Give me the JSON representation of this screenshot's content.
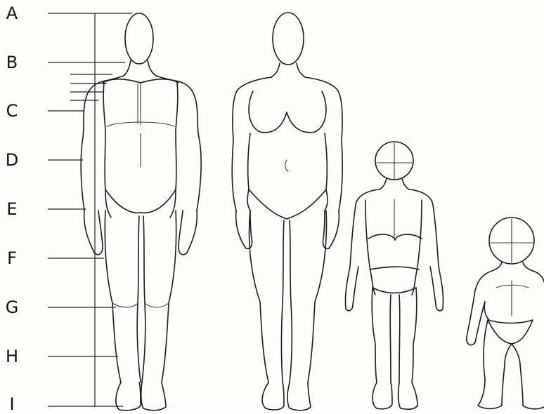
{
  "proportion_labels": [
    "A",
    "B",
    "C",
    "D",
    "E",
    "F",
    "G",
    "H",
    "I"
  ],
  "figures": [
    "adult-male-figure",
    "adult-female-figure",
    "child-figure",
    "toddler-figure"
  ],
  "colors": {
    "ink": "#1b1b1b",
    "paper": "#fdfdfc"
  }
}
